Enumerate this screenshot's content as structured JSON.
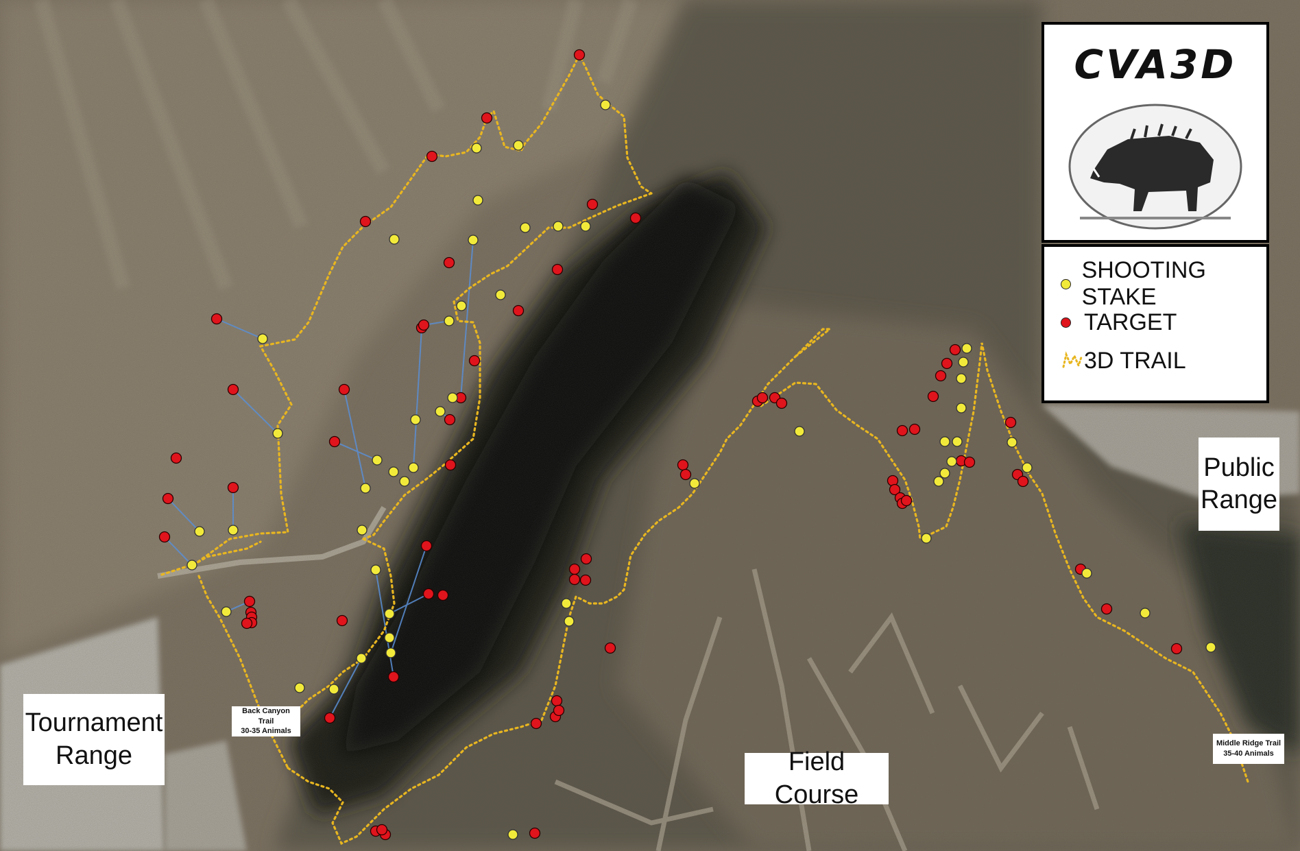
{
  "logo": {
    "text": "CVA3D",
    "icon": "boar-icon"
  },
  "legend": [
    {
      "symbol": "yellow-dot",
      "label": "SHOOTING STAKE",
      "color": "#f2ea3a"
    },
    {
      "symbol": "red-dot",
      "label": "TARGET",
      "color": "#e0141c"
    },
    {
      "symbol": "dotted-trail",
      "label": "3D TRAIL",
      "color": "#e8b620"
    }
  ],
  "labels": {
    "tournament_range": "Tournament Range",
    "public_range": "Public Range",
    "field_course": "Field Course",
    "back_canyon_trail": "Back Canyon Trail\n30-35 Animals",
    "middle_ridge_trail": "Middle Ridge Trail\n35-40 Animals"
  },
  "colors": {
    "terrain": "#7b7060",
    "vegetation": "#2f3128",
    "dense_forest": "#161814",
    "trail": "#e8b620",
    "stake": "#f2ea3a",
    "target": "#e0141c",
    "sight_line": "#5a8fd4"
  }
}
